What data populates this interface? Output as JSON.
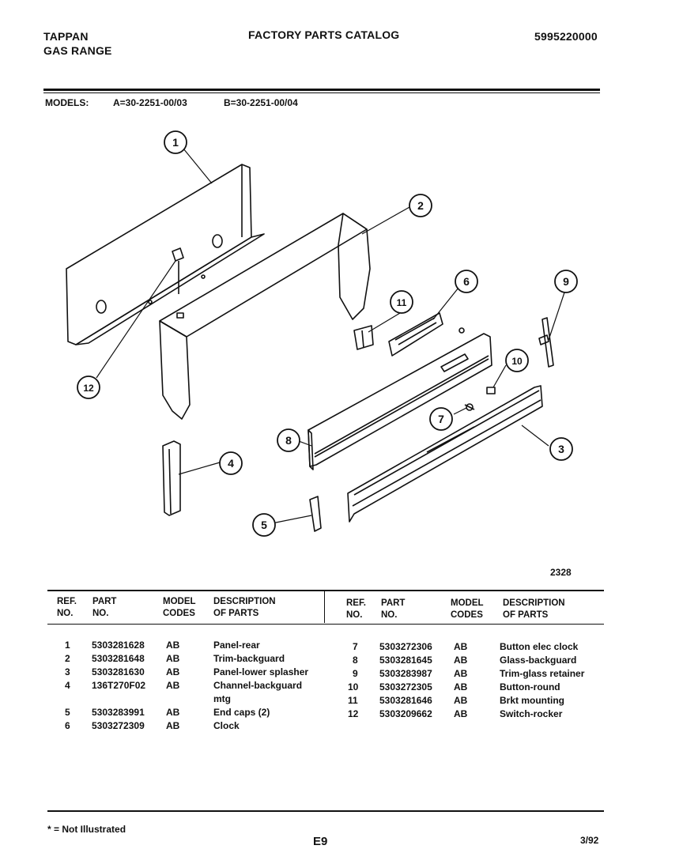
{
  "header": {
    "brand": "TAPPAN",
    "product": "GAS RANGE",
    "catalog_title": "FACTORY PARTS CATALOG",
    "catalog_number": "5995220000"
  },
  "models": {
    "label": "MODELS:",
    "model_a": "A=30-2251-00/03",
    "model_b": "B=30-2251-00/04"
  },
  "diagram": {
    "callouts": [
      "1",
      "2",
      "3",
      "4",
      "5",
      "6",
      "7",
      "8",
      "9",
      "10",
      "11",
      "12"
    ],
    "figure_number": "2328"
  },
  "table": {
    "headers": {
      "ref": [
        "REF.",
        "NO."
      ],
      "part": [
        "PART",
        "NO."
      ],
      "model": [
        "MODEL",
        "CODES"
      ],
      "desc": [
        "DESCRIPTION",
        "OF PARTS"
      ]
    },
    "left_rows": [
      {
        "ref": "1",
        "part": "5303281628",
        "codes": "AB",
        "desc": "Panel-rear"
      },
      {
        "ref": "2",
        "part": "5303281648",
        "codes": "AB",
        "desc": "Trim-backguard"
      },
      {
        "ref": "3",
        "part": "5303281630",
        "codes": "AB",
        "desc": "Panel-lower splasher"
      },
      {
        "ref": "4",
        "part": "136T270F02",
        "codes": "AB",
        "desc": "Channel-backguard"
      },
      {
        "ref": "",
        "part": "",
        "codes": "",
        "desc": "mtg"
      },
      {
        "ref": "5",
        "part": "5303283991",
        "codes": "AB",
        "desc": "End caps (2)"
      },
      {
        "ref": "6",
        "part": "5303272309",
        "codes": "AB",
        "desc": "Clock"
      }
    ],
    "right_rows": [
      {
        "ref": "7",
        "part": "5303272306",
        "codes": "AB",
        "desc": "Button elec clock"
      },
      {
        "ref": "8",
        "part": "5303281645",
        "codes": "AB",
        "desc": "Glass-backguard"
      },
      {
        "ref": "9",
        "part": "5303283987",
        "codes": "AB",
        "desc": "Trim-glass retainer"
      },
      {
        "ref": "10",
        "part": "5303272305",
        "codes": "AB",
        "desc": "Button-round"
      },
      {
        "ref": "11",
        "part": "5303281646",
        "codes": "AB",
        "desc": "Brkt mounting"
      },
      {
        "ref": "12",
        "part": "5303209662",
        "codes": "AB",
        "desc": "Switch-rocker"
      }
    ]
  },
  "footer": {
    "note": "* = Not Illustrated",
    "page": "E9",
    "date": "3/92"
  }
}
